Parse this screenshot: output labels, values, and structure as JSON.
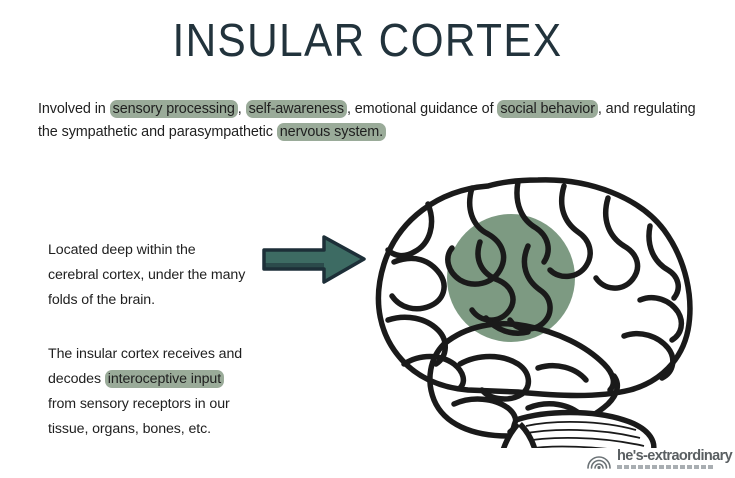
{
  "page": {
    "title": "INSULAR CORTEX",
    "background_color": "#ffffff",
    "title_color": "#22333c",
    "highlight_color": "#9aab99",
    "arrow_color": "#3d6b63",
    "arrow_outline_color": "#1d2f38",
    "brain_highlight_color": "#7d9a82",
    "brain_line_color": "#1a1a1a",
    "body_text_color": "#1f1f1f"
  },
  "intro": {
    "segment_1": "Involved in ",
    "highlight_1": "sensory processing",
    "segment_2": ", ",
    "highlight_2": "self-awareness",
    "segment_3": ", emotional guidance of ",
    "highlight_3": "social behavior",
    "segment_4": ", and regulating the sympathetic and parasympathetic ",
    "highlight_4": "nervous system.",
    "full_text": "Involved in sensory processing, self-awareness, emotional guidance of social behavior, and regulating the sympathetic and parasympathetic nervous system."
  },
  "body": {
    "paragraph_location": "Located deep within the cerebral cortex, under the many folds of the brain.",
    "paragraph_interoception": {
      "segment_1": "The insular cortex receives and decodes ",
      "highlight_1": "interoceptive input",
      "segment_2": " from sensory receptors in our tissue, organs, bones, etc.",
      "full_text": "The insular cortex receives and decodes interoceptive input from sensory receptors in our tissue, organs, bones, etc."
    }
  },
  "illustration": {
    "arrow_name": "right-arrow",
    "brain_name": "brain-lateral-view",
    "highlight_region_label": "insula-highlight"
  },
  "logo": {
    "wordmark": "he's-extraordinary",
    "mark_name": "rainbow-arcs-icon",
    "tagline_visible": false
  }
}
